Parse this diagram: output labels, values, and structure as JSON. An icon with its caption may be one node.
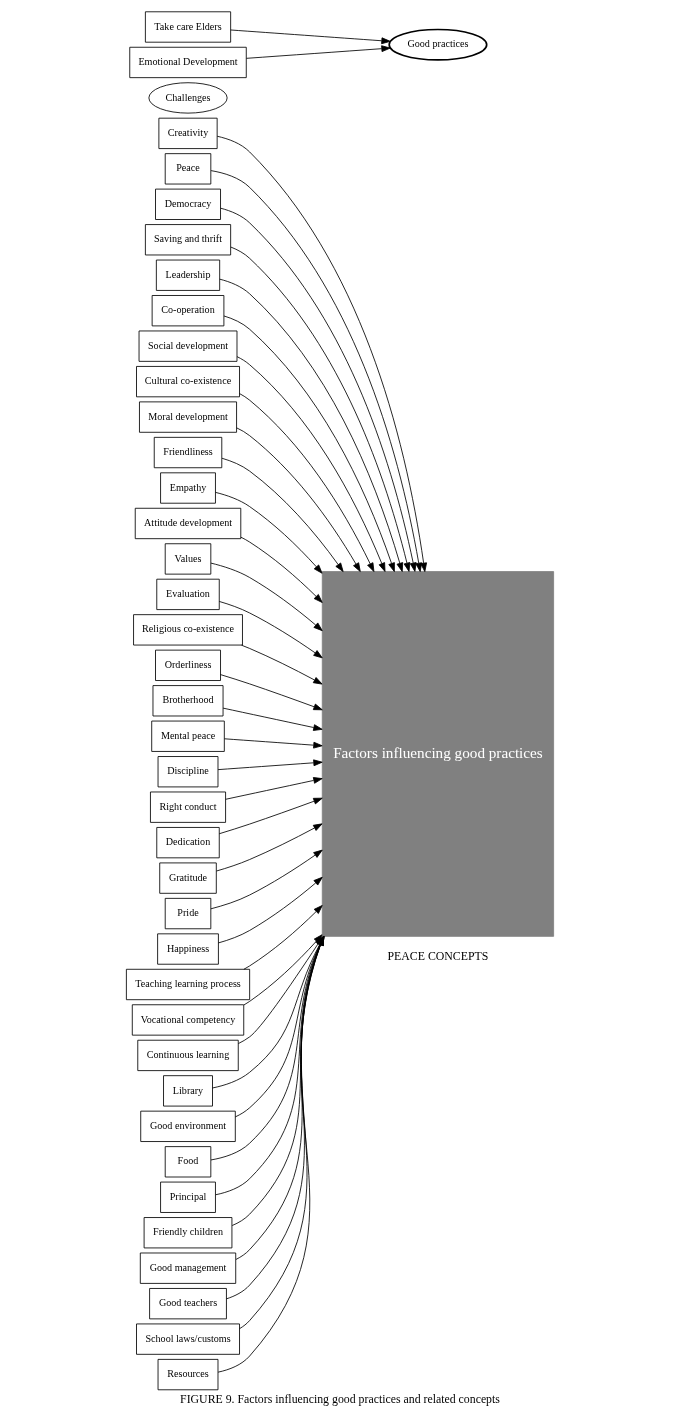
{
  "diagram": {
    "caption": "FIGURE 9. Factors influencing good practices and related concepts",
    "nodes": [
      {
        "text": [
          "Factors influencing good practices"
        ]
      },
      {
        "text": [
          "Challenges"
        ]
      },
      {
        "text": [
          "Good practices"
        ]
      },
      {
        "text": [
          "Creativity"
        ]
      },
      {
        "text": [
          "Peace"
        ]
      },
      {
        "text": [
          "Democracy"
        ]
      },
      {
        "text": [
          "Saving and thrift"
        ]
      },
      {
        "text": [
          "Leadership"
        ]
      },
      {
        "text": [
          "Co-operation"
        ]
      },
      {
        "text": [
          "Social development"
        ]
      },
      {
        "text": [
          "Cultural co-existence"
        ]
      },
      {
        "text": [
          "Moral development"
        ]
      },
      {
        "text": [
          "Friendliness"
        ]
      },
      {
        "text": [
          "Empathy"
        ]
      },
      {
        "text": [
          "Attitude development"
        ]
      },
      {
        "text": [
          "Values"
        ]
      },
      {
        "text": [
          "Evaluation"
        ]
      },
      {
        "text": [
          "Religious co-existence"
        ]
      },
      {
        "text": [
          "Orderliness"
        ]
      },
      {
        "text": [
          "Brotherhood"
        ]
      },
      {
        "text": [
          "Mental peace"
        ]
      },
      {
        "text": [
          "Discipline"
        ]
      },
      {
        "text": [
          "Right conduct"
        ]
      },
      {
        "text": [
          "Dedication"
        ]
      },
      {
        "text": [
          "Gratitude"
        ]
      },
      {
        "text": [
          "Pride"
        ]
      },
      {
        "text": [
          "Take care Elders"
        ]
      },
      {
        "text": [
          "Happiness"
        ]
      },
      {
        "text": [
          "Emotional Development"
        ]
      },
      {
        "text": [
          "Teaching learning process"
        ]
      },
      {
        "text": [
          "Vocational competency"
        ]
      },
      {
        "text": [
          "Continuous learning"
        ]
      },
      {
        "text": [
          "Library"
        ]
      },
      {
        "text": [
          "Good environment"
        ]
      },
      {
        "text": [
          "Food"
        ]
      },
      {
        "text": [
          "Principal"
        ]
      },
      {
        "text": [
          "Friendly children"
        ]
      },
      {
        "text": [
          "Good management"
        ]
      },
      {
        "text": [
          "Good teachers"
        ]
      },
      {
        "text": [
          "School laws/customs"
        ]
      },
      {
        "text": [
          "Resources"
        ]
      }
    ],
    "edges": [
      {
        "from": 3,
        "to": 0,
        "arrow": "to"
      },
      {
        "from": 4,
        "to": 0,
        "arrow": "to"
      },
      {
        "from": 5,
        "to": 0,
        "arrow": "to"
      },
      {
        "from": 6,
        "to": 0,
        "arrow": "to"
      },
      {
        "from": 7,
        "to": 0,
        "arrow": "to"
      },
      {
        "from": 8,
        "to": 0,
        "arrow": "to"
      },
      {
        "from": 9,
        "to": 0,
        "arrow": "to"
      },
      {
        "from": 10,
        "to": 0,
        "arrow": "to"
      },
      {
        "from": 11,
        "to": 0,
        "arrow": "to"
      },
      {
        "from": 12,
        "to": 0,
        "arrow": "to"
      },
      {
        "from": 13,
        "to": 0,
        "arrow": "to"
      },
      {
        "from": 14,
        "to": 0,
        "arrow": "to"
      },
      {
        "from": 15,
        "to": 0,
        "arrow": "to"
      },
      {
        "from": 16,
        "to": 0,
        "arrow": "to"
      },
      {
        "from": 17,
        "to": 0,
        "arrow": "to"
      },
      {
        "from": 18,
        "to": 0,
        "arrow": "to"
      },
      {
        "from": 19,
        "to": 0,
        "arrow": "to"
      },
      {
        "from": 20,
        "to": 0,
        "arrow": "to"
      },
      {
        "from": 21,
        "to": 0,
        "arrow": "to"
      },
      {
        "from": 22,
        "to": 0,
        "arrow": "to"
      },
      {
        "from": 23,
        "to": 0,
        "arrow": "to"
      },
      {
        "from": 24,
        "to": 0,
        "arrow": "to"
      },
      {
        "from": 25,
        "to": 0,
        "arrow": "to"
      },
      {
        "from": 26,
        "to": 2,
        "arrow": "to"
      },
      {
        "from": 27,
        "to": 0,
        "arrow": "to"
      },
      {
        "from": 28,
        "to": 2,
        "arrow": "to"
      },
      {
        "from": 29,
        "to": 0,
        "arrow": "to"
      },
      {
        "from": 30,
        "to": 0,
        "arrow": "to"
      },
      {
        "from": 31,
        "to": 0,
        "arrow": "to"
      },
      {
        "from": 32,
        "to": 0,
        "arrow": "to"
      },
      {
        "from": 33,
        "to": 0,
        "arrow": "to"
      },
      {
        "from": 34,
        "to": 0,
        "arrow": "to"
      },
      {
        "from": 35,
        "to": 0,
        "arrow": "to"
      },
      {
        "from": 36,
        "to": 0,
        "arrow": "to"
      },
      {
        "from": 37,
        "to": 0,
        "arrow": "to"
      },
      {
        "from": 38,
        "to": 0,
        "arrow": "to"
      },
      {
        "from": 39,
        "to": 0,
        "arrow": "to"
      },
      {
        "from": 40,
        "to": 0,
        "arrow": "to"
      }
    ],
    "labels": [
      "PEACE CONCEPTS"
    ]
  }
}
